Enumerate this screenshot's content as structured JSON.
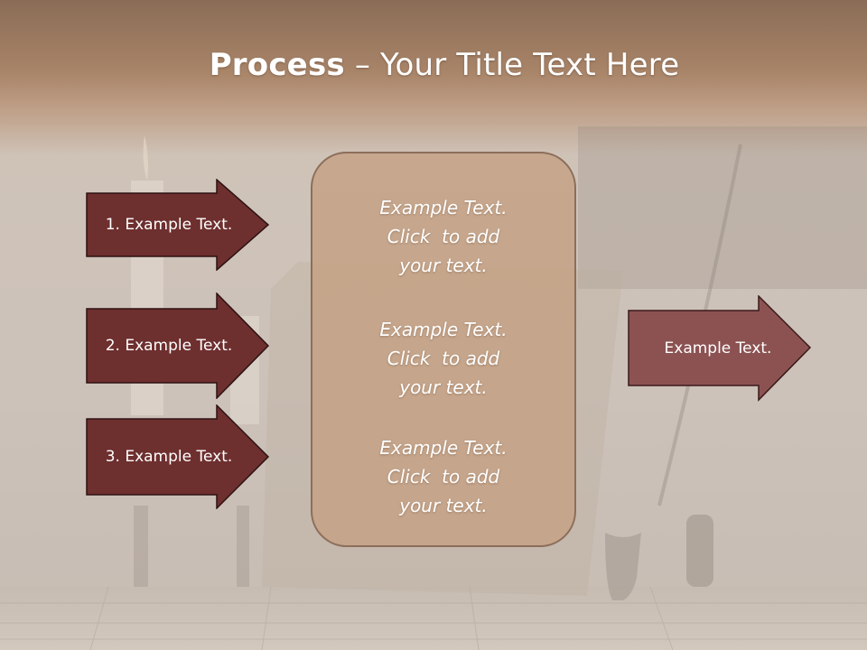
{
  "slide": {
    "title_bold": "Process",
    "title_rest": " – Your Title Text Here",
    "steps": [
      {
        "label": "1. Example Text."
      },
      {
        "label": "2. Example Text."
      },
      {
        "label": "3. Example Text."
      }
    ],
    "center_items": [
      {
        "line1": "Example Text.",
        "line2": "Click  to add",
        "line3": "your text."
      },
      {
        "line1": "Example Text.",
        "line2": "Click  to add",
        "line3": "your text."
      },
      {
        "line1": "Example Text.",
        "line2": "Click  to add",
        "line3": "your text."
      }
    ],
    "output": {
      "label": "Example Text."
    }
  },
  "colors": {
    "step_fill": "#6e2f2f",
    "output_fill": "#8c5252",
    "box_fill": "#c4a082",
    "header_brown": "#a88468"
  }
}
